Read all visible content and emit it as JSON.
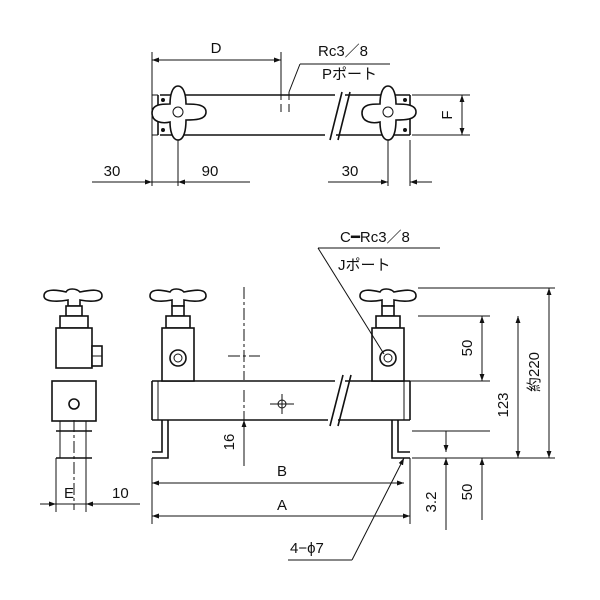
{
  "top_view": {
    "dimensions": {
      "d": "D",
      "left_margin": "30",
      "pitch": "90",
      "right_margin": "30",
      "f": "F"
    },
    "port_callout": {
      "thread": "Rc3／8",
      "name": "Pポート"
    }
  },
  "front_view": {
    "port_callout": {
      "thread": "C━Rc3／8",
      "name": "Jポート"
    },
    "dimensions": {
      "height_upper": "50",
      "total_height": "約220",
      "body_height": "123",
      "flange": "16",
      "bracket": "50",
      "plate": "3.2",
      "b": "B",
      "a": "A",
      "holes": "4−ϕ7"
    }
  },
  "side_view": {
    "dimensions": {
      "e": "E",
      "offset": "10"
    }
  }
}
